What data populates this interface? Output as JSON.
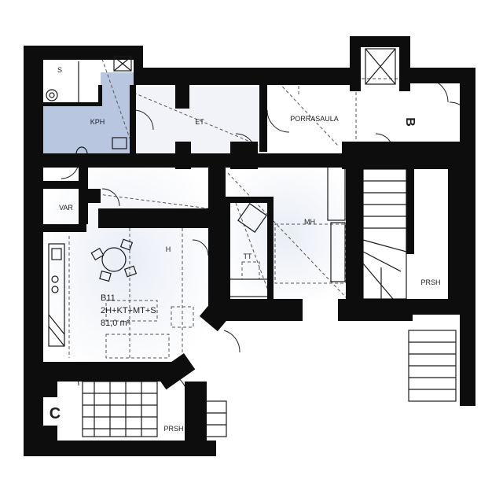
{
  "rooms": {
    "sauna": "S",
    "bathroom": "KPH",
    "hall": "ET",
    "porch": "PORRASAULA",
    "storage": "VAR",
    "living": "H",
    "workroom": "TT",
    "bedroom": "MH",
    "stair_east": "PRSH",
    "stair_south": "PRSH"
  },
  "apartment": {
    "id": "B11",
    "type": "2H+KT+MT+S",
    "area": "81,0 m²"
  },
  "stairwells": {
    "c": "C",
    "b": "B"
  },
  "colors": {
    "wall": "#0d0d0d",
    "wet_room_fill": "#b9c6e0",
    "floor_tint": "#e7ebf3",
    "background": "#ffffff"
  }
}
